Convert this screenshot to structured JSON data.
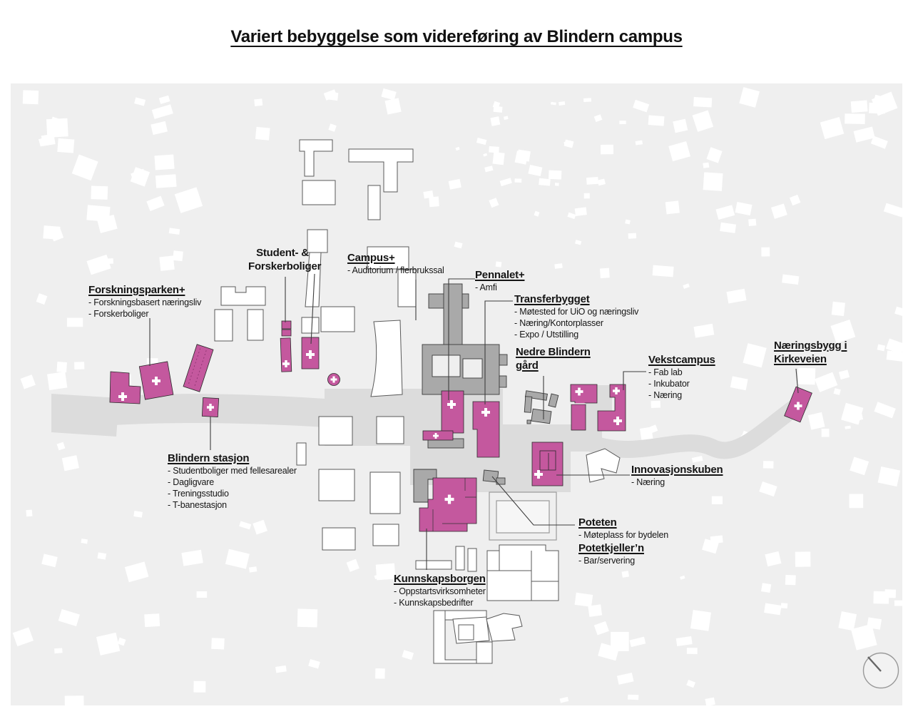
{
  "title": "Variert bebyggelse som videreføring av Blindern campus",
  "labels": {
    "forskningsparken": {
      "title": "Forskningsparken+",
      "items": [
        "- Forskningsbasert næringsliv",
        "- Forskerboliger"
      ]
    },
    "student": {
      "title_line1": "Student- &",
      "title_line2": "Forskerboliger"
    },
    "campus": {
      "title": "Campus+",
      "items": [
        "- Auditorium / flerbrukssal"
      ]
    },
    "pennalet": {
      "title": "Pennalet+",
      "items": [
        "- Amfi"
      ]
    },
    "transferbygget": {
      "title": "Transferbygget",
      "items": [
        "- Møtested for UiO og næringsliv",
        "- Næring/Kontorplasser",
        "- Expo / Utstilling"
      ]
    },
    "nedre_blindern": {
      "title_line1": "Nedre Blindern",
      "title_line2": "gård"
    },
    "vekstcampus": {
      "title": "Vekstcampus",
      "items": [
        "- Fab lab",
        "- Inkubator",
        "- Næring"
      ]
    },
    "naeringsbygg": {
      "title_line1": "Næringsbygg i",
      "title_line2": "Kirkeveien"
    },
    "blindern_stasjon": {
      "title": "Blindern stasjon",
      "items": [
        "- Studentboliger med fellesarealer",
        "- Dagligvare",
        "- Treningsstudio",
        "- T-banestasjon"
      ]
    },
    "innovasjonskuben": {
      "title": "Innovasjonskuben",
      "items": [
        "- Næring"
      ]
    },
    "poteten": {
      "title": "Poteten",
      "items": [
        "- Møteplass for bydelen"
      ]
    },
    "potetkjellern": {
      "title": "Potetkjeller’n",
      "items": [
        "- Bar/servering"
      ]
    },
    "kunnskapsborgen": {
      "title": "Kunnskapsborgen",
      "items": [
        "- Oppstartsvirksomheter",
        "- Kunnskapsbedrifter"
      ]
    }
  },
  "icons": {
    "compass": "north-needle",
    "building_marker": "+"
  },
  "colors": {
    "new_building": "#c4589e",
    "existing_building": "#a9a9a9",
    "path": "#dcdcdc",
    "map_background": "#efefef",
    "marker": "#ffffff"
  }
}
